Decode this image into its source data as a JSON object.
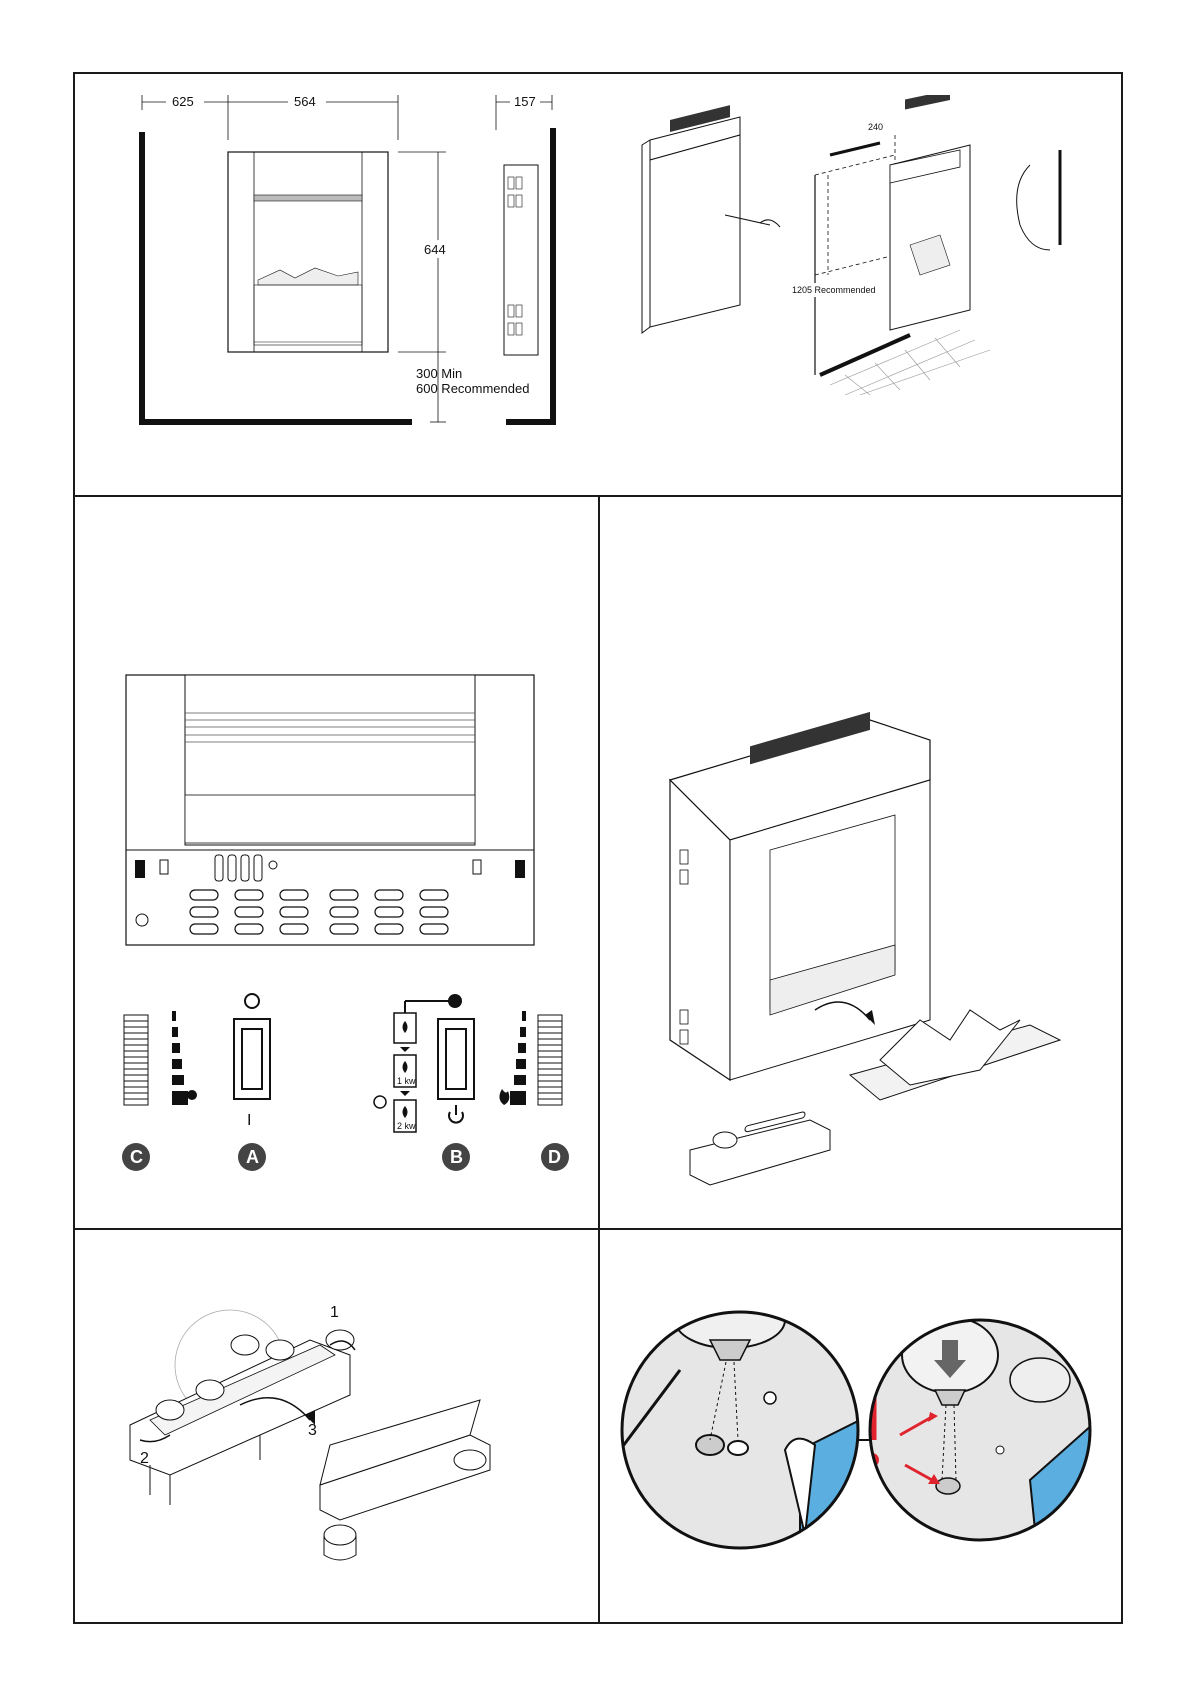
{
  "panel1": {
    "dim_left_clearance": "625",
    "dim_width": "564",
    "dim_depth": "157",
    "dim_height": "644",
    "floor_min": "300 Min",
    "floor_recommended": "600 Recommended"
  },
  "panel2": {
    "dim_bracket": "240",
    "mount_height": "1205 Recommended"
  },
  "controls": {
    "switch_a_top_symbol": "O",
    "switch_a_bottom_symbol": "I",
    "mode_1kw": "1 kw",
    "mode_2kw": "2 kw",
    "label_a": "A",
    "label_b": "B",
    "label_c": "C",
    "label_d": "D"
  },
  "steps": {
    "step_1": "1",
    "step_2": "2",
    "step_3": "3"
  },
  "colors": {
    "line": "#1a1a1a",
    "warning_red": "#e0242e",
    "tray_blue": "#5aaee0",
    "shade": "#d9d9d9"
  }
}
